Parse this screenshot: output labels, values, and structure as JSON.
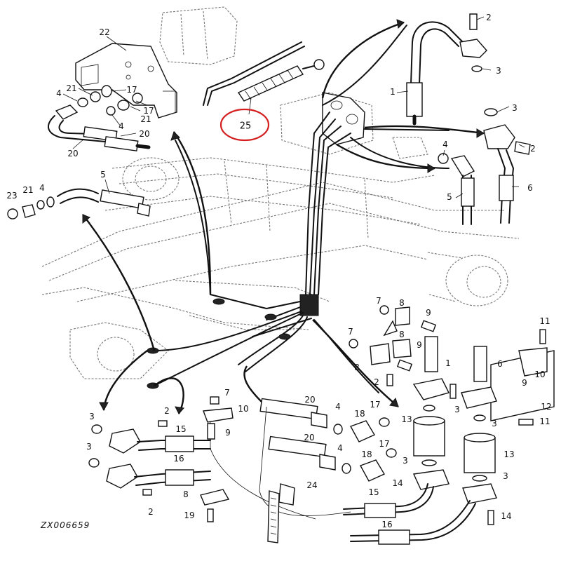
{
  "figure_code": "ZX006659",
  "highlight": {
    "label": "25",
    "color": "#d42020"
  },
  "callouts": [
    {
      "id": "c1",
      "label": "22"
    },
    {
      "id": "c2",
      "label": "21"
    },
    {
      "id": "c3",
      "label": "17"
    },
    {
      "id": "c4",
      "label": "4"
    },
    {
      "id": "c5",
      "label": "21"
    },
    {
      "id": "c6",
      "label": "17"
    },
    {
      "id": "c7",
      "label": "4"
    },
    {
      "id": "c8",
      "label": "20"
    },
    {
      "id": "c9",
      "label": "20"
    },
    {
      "id": "c10",
      "label": "5"
    },
    {
      "id": "c11",
      "label": "23"
    },
    {
      "id": "c12",
      "label": "21"
    },
    {
      "id": "c13",
      "label": "4"
    },
    {
      "id": "c14",
      "label": "2"
    },
    {
      "id": "c15",
      "label": "3"
    },
    {
      "id": "c16",
      "label": "1"
    },
    {
      "id": "c17",
      "label": "3"
    },
    {
      "id": "c18",
      "label": "2"
    },
    {
      "id": "c19",
      "label": "4"
    },
    {
      "id": "c20",
      "label": "6"
    },
    {
      "id": "c21",
      "label": "5"
    },
    {
      "id": "c22",
      "label": "7"
    },
    {
      "id": "c23",
      "label": "8"
    },
    {
      "id": "c24",
      "label": "9"
    },
    {
      "id": "c25",
      "label": "11"
    },
    {
      "id": "c26",
      "label": "7"
    },
    {
      "id": "c27",
      "label": "8"
    },
    {
      "id": "c28",
      "label": "9"
    },
    {
      "id": "c29",
      "label": "8"
    },
    {
      "id": "c30",
      "label": "1"
    },
    {
      "id": "c31",
      "label": "6"
    },
    {
      "id": "c32",
      "label": "2"
    },
    {
      "id": "c33",
      "label": "9"
    },
    {
      "id": "c34",
      "label": "10"
    },
    {
      "id": "c35",
      "label": "12"
    },
    {
      "id": "c36",
      "label": "11"
    },
    {
      "id": "c37",
      "label": "3"
    },
    {
      "id": "c38",
      "label": "3"
    },
    {
      "id": "c39",
      "label": "13"
    },
    {
      "id": "c40",
      "label": "13"
    },
    {
      "id": "c41",
      "label": "3"
    },
    {
      "id": "c42",
      "label": "3"
    },
    {
      "id": "c43",
      "label": "14"
    },
    {
      "id": "c44",
      "label": "14"
    },
    {
      "id": "c45",
      "label": "7"
    },
    {
      "id": "c46",
      "label": "10"
    },
    {
      "id": "c47",
      "label": "9"
    },
    {
      "id": "c48",
      "label": "2"
    },
    {
      "id": "c49",
      "label": "15"
    },
    {
      "id": "c50",
      "label": "3"
    },
    {
      "id": "c51",
      "label": "3"
    },
    {
      "id": "c52",
      "label": "16"
    },
    {
      "id": "c53",
      "label": "2"
    },
    {
      "id": "c54",
      "label": "8"
    },
    {
      "id": "c55",
      "label": "19"
    },
    {
      "id": "c56",
      "label": "20"
    },
    {
      "id": "c57",
      "label": "4"
    },
    {
      "id": "c58",
      "label": "18"
    },
    {
      "id": "c59",
      "label": "17"
    },
    {
      "id": "c60",
      "label": "20"
    },
    {
      "id": "c61",
      "label": "17"
    },
    {
      "id": "c62",
      "label": "4"
    },
    {
      "id": "c63",
      "label": "18"
    },
    {
      "id": "c64",
      "label": "24"
    },
    {
      "id": "c65",
      "label": "15"
    },
    {
      "id": "c66",
      "label": "16"
    }
  ]
}
